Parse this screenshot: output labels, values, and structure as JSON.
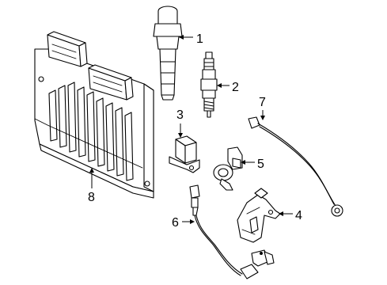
{
  "callouts": [
    {
      "id": "1",
      "text": "1"
    },
    {
      "id": "2",
      "text": "2"
    },
    {
      "id": "3",
      "text": "3"
    },
    {
      "id": "4",
      "text": "4"
    },
    {
      "id": "5",
      "text": "5"
    },
    {
      "id": "6",
      "text": "6"
    },
    {
      "id": "7",
      "text": "7"
    },
    {
      "id": "8",
      "text": "8"
    }
  ],
  "colors": {
    "line": "#000000",
    "background": "#ffffff"
  }
}
